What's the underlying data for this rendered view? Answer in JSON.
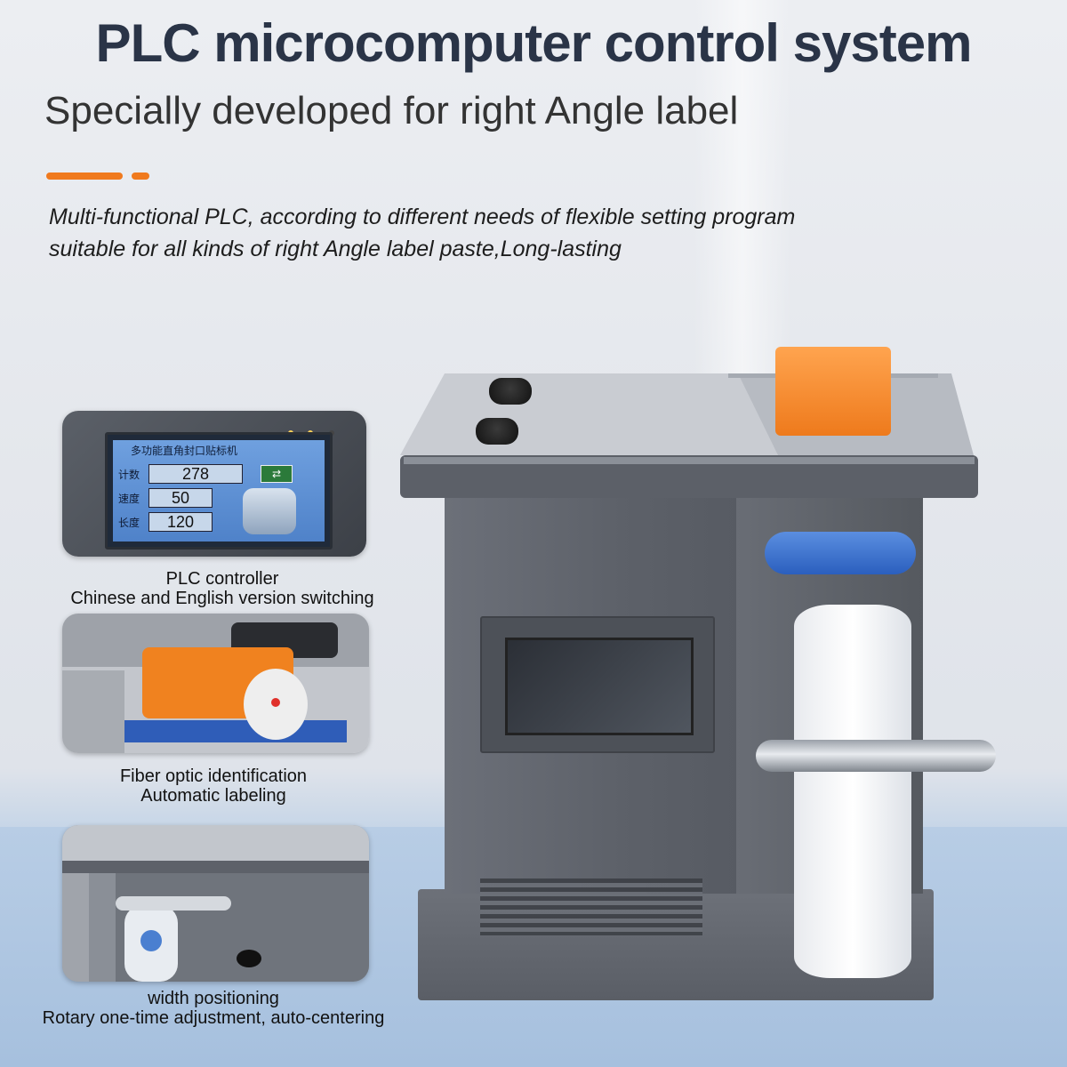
{
  "header": {
    "title": "PLC microcomputer control system",
    "subtitle": "Specially developed for right Angle label",
    "description_line1": "Multi-functional PLC, according to different needs of flexible setting program",
    "description_line2": "suitable for all kinds of right Angle label paste,Long-lasting"
  },
  "colors": {
    "accent": "#f07a1e",
    "title": "#2a3447",
    "machine": "#5f636b",
    "roller": "#2b5fbe"
  },
  "insets": [
    {
      "caption_line1": "PLC controller",
      "caption_line2": "Chinese and English version switching",
      "panel": {
        "screen_title": "多功能直角封口贴标机",
        "rows": [
          {
            "label": "计数",
            "value": "278"
          },
          {
            "label": "速度",
            "value": "50"
          },
          {
            "label": "长度",
            "value": "120"
          }
        ],
        "switch_icon": "⇄"
      }
    },
    {
      "caption_line1": "Fiber optic identification",
      "caption_line2": "Automatic labeling"
    },
    {
      "caption_line1": "width positioning",
      "caption_line2": "Rotary one-time adjustment, auto-centering"
    }
  ]
}
